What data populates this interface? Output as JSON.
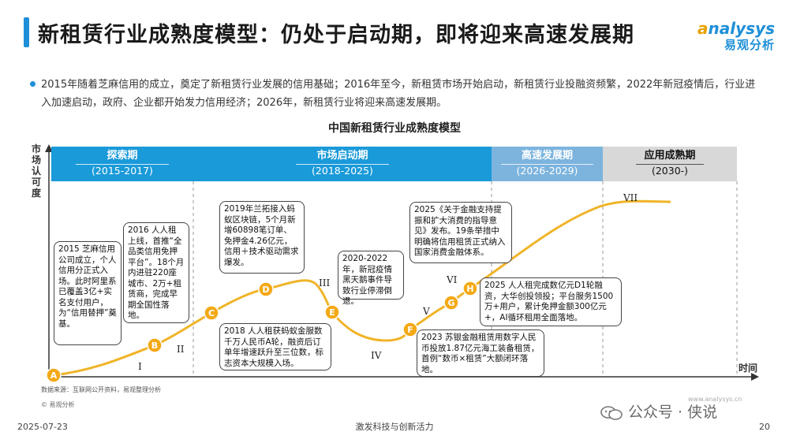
{
  "header": {
    "title": "新租赁行业成熟度模型：仍处于启动期，即将迎来高速发展期",
    "logo_text_a": "a",
    "logo_text_rest": "nalysys",
    "logo_cn": "易观分析"
  },
  "bullet": "2015年随着芝麻信用的成立，奠定了新租赁行业发展的信用基础；2016年至今，新租赁市场开始启动，新租赁行业投融资频繁，2022年新冠疫情后，行业进入加速启动，政府、企业都开始发力信用经济；2026年，新租赁行业将迎来高速发展期。",
  "chart": {
    "title": "中国新租赁行业成熟度模型",
    "y_label": "市场认可度",
    "x_label": "时间",
    "phases": [
      {
        "name": "探索期",
        "years": "(2015-2017)"
      },
      {
        "name": "市场启动期",
        "years": "(2018-2025)"
      },
      {
        "name": "高速发展期",
        "years": "(2026-2029)"
      },
      {
        "name": "应用成熟期",
        "years": "(2030-)"
      }
    ],
    "roman": [
      "I",
      "II",
      "III",
      "IV",
      "V",
      "VI",
      "VII"
    ],
    "points": [
      "A",
      "B",
      "C",
      "D",
      "E",
      "F",
      "G",
      "H"
    ],
    "notes": {
      "a": "2015 芝麻信用公司成立，个人信用分正式入场。此时阿里系已覆盖3亿+实名支付用户，为“信用替押”奠基。",
      "b": "2016 人人租上线，首推“全品类信用免押平台”。18个月内进驻220座城市、2万+租赁商，完成早期全国性落地。",
      "c": "2018 人人租获蚂蚁金服数千万人民币A轮，融资后订单年增速跃升至三位数，标志资本大规模入场。",
      "d": "2019年兰拓接入蚂蚁区块链，5个月新增60898笔订单、免押金4.26亿元，信用＋技术驱动需求爆发。",
      "e": "2020-2022年，新冠疫情黑天鹅事件导致行业停滞倒退。",
      "f": "2023 苏银金融租赁用数字人民币投放1.87亿元海工装备租赁，首例“数币×租赁”大额闭环落地。",
      "g": "2025 人人租完成数亿元D1轮融资，大华创投领投；平台服务1500万+用户，累计免押金额300亿元+，AI循环租用全面落地。",
      "h": "2025《关于金融支持提振和扩大消费的指导意见》发布。19条举措中明确将信用租赁正式纳入国家消费金融体系。"
    }
  },
  "footer": {
    "source": "数据来源：互联网公开资料，易观整理分析",
    "copyright": "© 易观分析",
    "date": "2025-07-23",
    "center": "激发科技与创新活力",
    "page": "20",
    "watermark": "公众号 · 侠说",
    "url": "www.analysys.cn"
  },
  "colors": {
    "accent_blue": "#1a9ad9",
    "curve": "#f0b429",
    "point": "#f4a916"
  }
}
